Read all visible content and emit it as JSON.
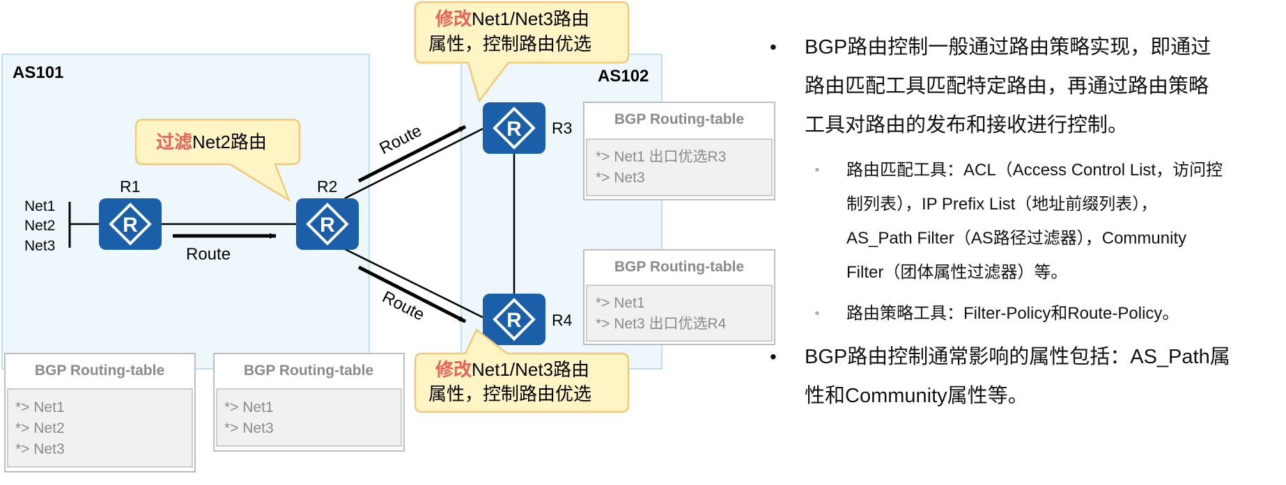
{
  "as101": {
    "label": "AS101"
  },
  "as102": {
    "label": "AS102"
  },
  "routers": {
    "r1": "R1",
    "r2": "R2",
    "r3": "R3",
    "r4": "R4",
    "glyph": "R"
  },
  "nets": [
    "Net1",
    "Net2",
    "Net3"
  ],
  "route_label": "Route",
  "callouts": {
    "filter": {
      "highlight": "过滤",
      "rest": "Net2路由"
    },
    "modify_top": {
      "highlight": "修改",
      "line1_rest": "Net1/Net3路由",
      "line2": "属性，控制路由优选"
    },
    "modify_bottom": {
      "highlight": "修改",
      "line1_rest": "Net1/Net3路由",
      "line2": "属性，控制路由优选"
    }
  },
  "tables": {
    "r1": {
      "title": "BGP Routing-table",
      "rows": [
        "*>  Net1",
        "*>  Net2",
        "*>  Net3"
      ]
    },
    "r2": {
      "title": "BGP Routing-table",
      "rows": [
        "*>  Net1",
        "*>  Net3"
      ]
    },
    "r3": {
      "title": "BGP Routing-table",
      "rows": [
        "*>  Net1 出口优选R3",
        "*>  Net3"
      ]
    },
    "r4": {
      "title": "BGP Routing-table",
      "rows": [
        "*>  Net1",
        "*>  Net3 出口优选R4"
      ]
    }
  },
  "bullets": {
    "b1_lines": [
      "BGP路由控制一般通过路由策略实现，即通过",
      "路由匹配工具匹配特定路由，再通过路由策略",
      "工具对路由的发布和接收进行控制。"
    ],
    "sub1_lines": [
      "路由匹配工具：ACL（Access Control List，访问控",
      "制列表），IP Prefix List（地址前缀列表），",
      "AS_Path Filter（AS路径过滤器），Community",
      "Filter（团体属性过滤器）等。"
    ],
    "sub2": "路由策略工具：Filter-Policy和Route-Policy。",
    "b2_lines": [
      "BGP路由控制通常影响的属性包括：AS_Path属",
      "性和Community属性等。"
    ],
    "bullet_glyph": "•",
    "sub_glyph": "▫"
  },
  "colors": {
    "as_fill": "#eef8fc",
    "as_border": "#a8d8ea",
    "router": "#1a5fa8",
    "callout_fill": "#fff5c4",
    "callout_border": "#f2c97a",
    "highlight": "#e8615a",
    "table_border": "#bdbdbd",
    "table_text": "#8a8a8a"
  }
}
